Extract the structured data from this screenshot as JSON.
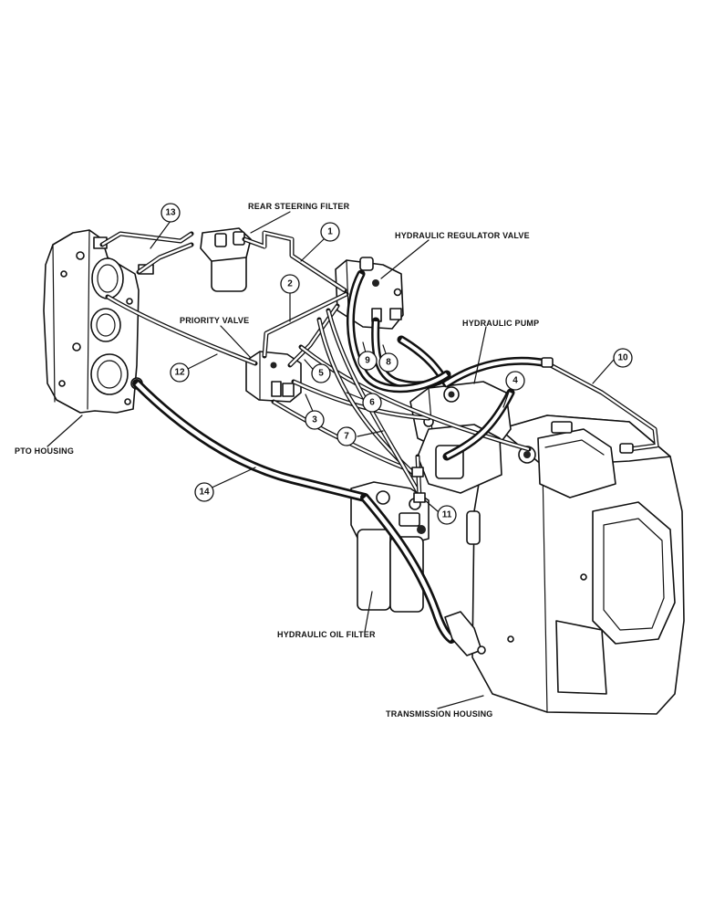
{
  "labels": {
    "rear_steering_filter": "REAR STEERING FILTER",
    "hydraulic_regulator_valve": "HYDRAULIC REGULATOR VALVE",
    "hydraulic_pump": "HYDRAULIC PUMP",
    "priority_valve": "PRIORITY VALVE",
    "pto_housing": "PTO HOUSING",
    "hydraulic_oil_filter": "HYDRAULIC OIL FILTER",
    "transmission_housing": "TRANSMISSION HOUSING"
  },
  "callouts": {
    "c1": "1",
    "c2": "2",
    "c3": "3",
    "c4": "4",
    "c5": "5",
    "c6": "6",
    "c7": "7",
    "c8": "8",
    "c9": "9",
    "c10": "10",
    "c11": "11",
    "c12": "12",
    "c13": "13",
    "c14": "14"
  }
}
